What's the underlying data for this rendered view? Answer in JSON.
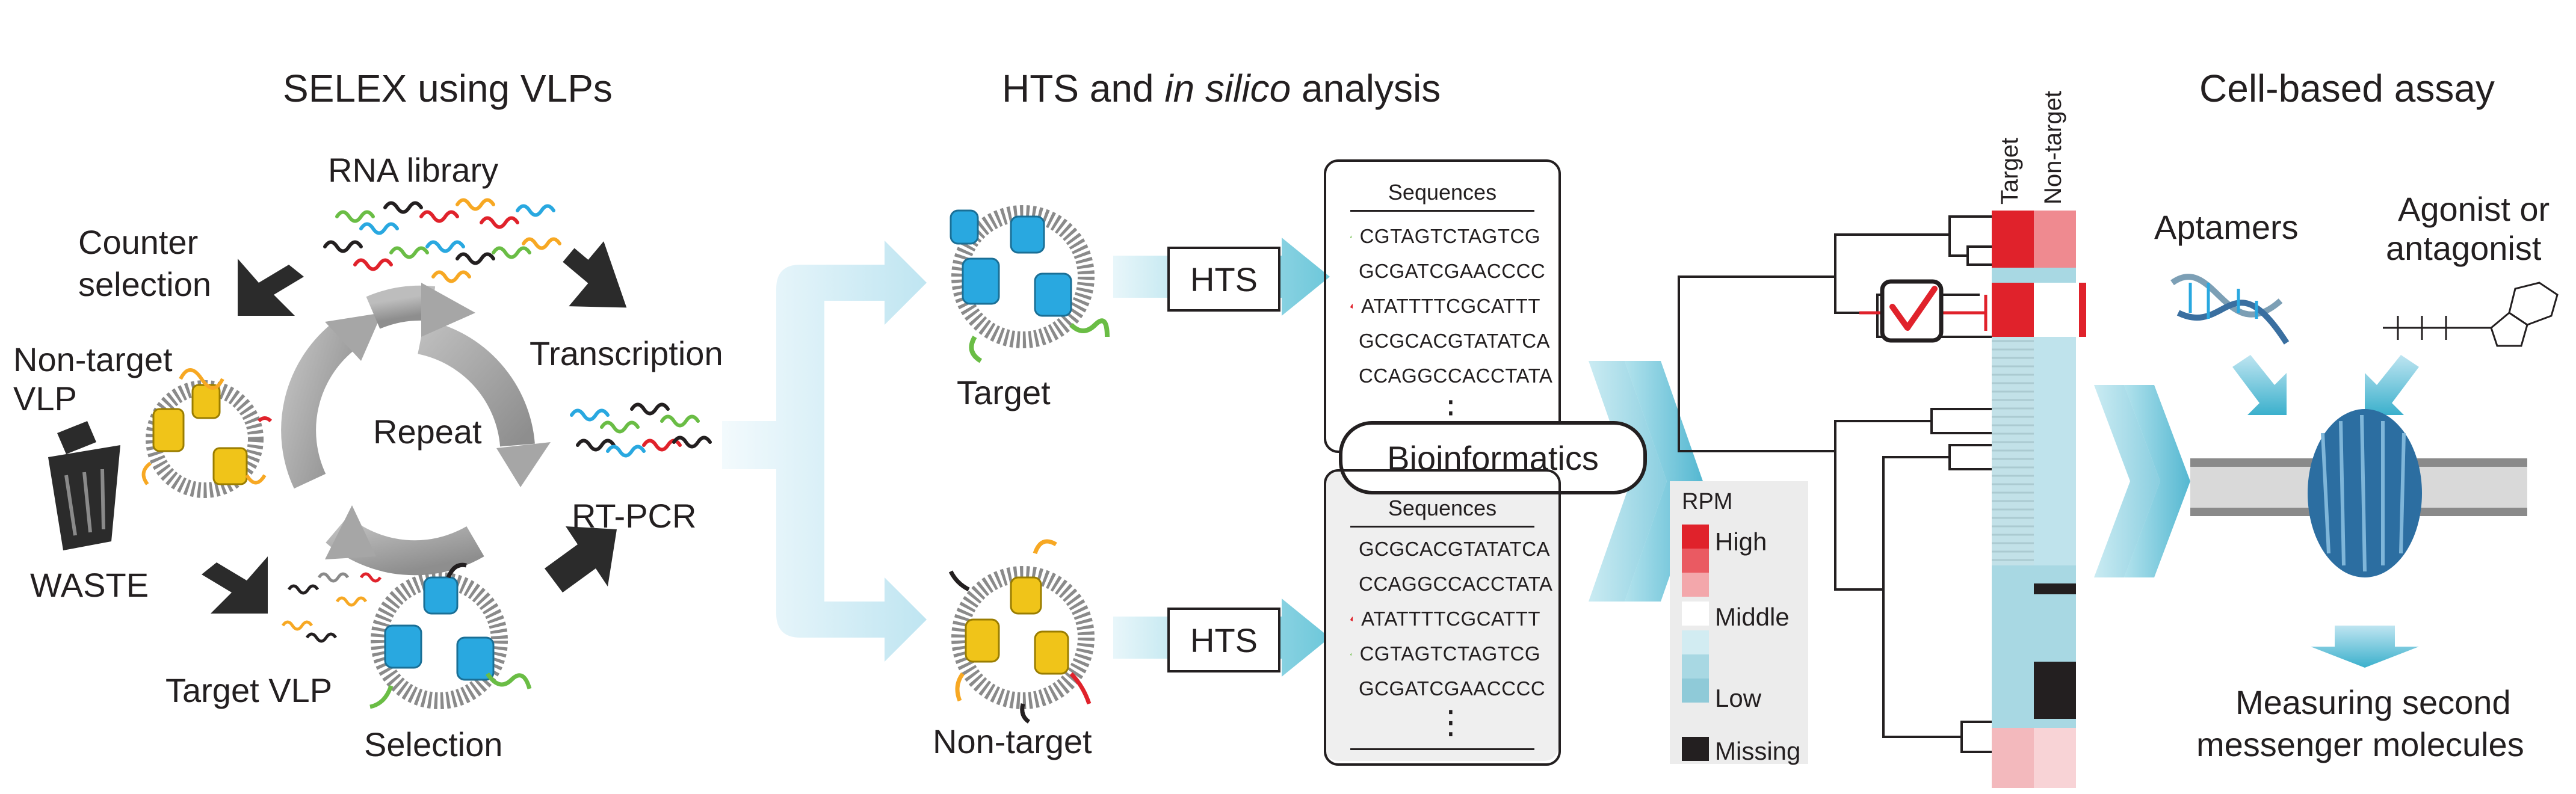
{
  "panels": {
    "selex": {
      "title": "SELEX using VLPs",
      "rna_library": "RNA library",
      "counter_selection": [
        "Counter",
        "selection"
      ],
      "non_target_vlp": [
        "Non-target",
        "VLP"
      ],
      "waste": "WASTE",
      "repeat": "Repeat",
      "transcription": "Transcription",
      "rt_pcr": "RT-PCR",
      "target_vlp": "Target VLP",
      "selection": "Selection"
    },
    "hts": {
      "title_pre": "HTS and ",
      "title_italic": "in silico",
      "title_post": " analysis",
      "target_label": "Target",
      "non_target_label": "Non-target",
      "hts_box_label": "HTS",
      "bioinformatics": "Bioinformatics",
      "sequences_header": "Sequences",
      "target_sequences": [
        {
          "seq": "CGTAGTCTAGTCG",
          "color": "#6abd45"
        },
        {
          "seq": "GCGATCGAACCCC",
          "color": "#29a8e0"
        },
        {
          "seq": "ATATTTTCGCATTT",
          "color": "#e0222b"
        },
        {
          "seq": "GCGCACGTATATCA",
          "color": "#f7a823"
        },
        {
          "seq": "CCAGGCCACCTATA",
          "color": "#231f20"
        }
      ],
      "non_target_sequences": [
        {
          "seq": "GCGCACGTATATCA",
          "color": "#f7a823"
        },
        {
          "seq": "CCAGGCCACCTATA",
          "color": "#231f20"
        },
        {
          "seq": "ATATTTTCGCATTT",
          "color": "#e0222b"
        },
        {
          "seq": "CGTAGTCTAGTCG",
          "color": "#6abd45"
        },
        {
          "seq": "GCGATCGAACCCC",
          "color": "#29a8e0"
        }
      ],
      "ellipsis": "⋮"
    },
    "heatmap": {
      "col_target": "Target",
      "col_non_target": "Non-target",
      "legend_title": "RPM",
      "legend_high": "High",
      "legend_middle": "Middle",
      "legend_low": "Low",
      "legend_missing": "Missing",
      "colors": {
        "high": "#e0222b",
        "mid_high": "#ef8a90",
        "middle": "#ffffff",
        "low": "#a8d8e3",
        "missing": "#231f20"
      }
    },
    "assay": {
      "title": "Cell-based assay",
      "aptamers": "Aptamers",
      "agonist": [
        "Agonist or",
        "antagonist"
      ],
      "measuring": [
        "Measuring second",
        "messenger molecules"
      ]
    }
  },
  "colors": {
    "arrow_blue": "#5cc3d6",
    "light_blue": "#cdebf4",
    "gray_cycle": "#a6a6a6",
    "dark_arrow": "#2b2b2b",
    "check_red": "#e0222b",
    "box_fill": "#efefef"
  }
}
